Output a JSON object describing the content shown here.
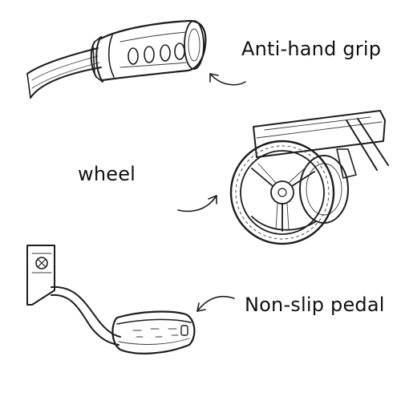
{
  "labels": {
    "grip": "Anti-hand grip",
    "wheel": "wheel",
    "pedal": "Non-slip pedal"
  },
  "colors": {
    "background": "#ffffff",
    "ink": "#111111"
  },
  "icons": {
    "grip": "handlebar-grip-sketch",
    "wheel": "wheel-sketch",
    "pedal": "pedal-sketch",
    "arrow": "curved-arrow"
  }
}
